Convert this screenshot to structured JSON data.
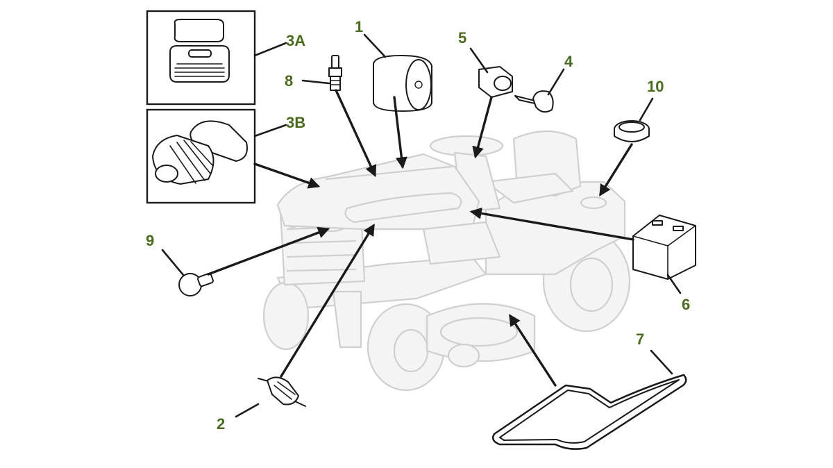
{
  "colors": {
    "label": "#4a6b1f",
    "ink": "#1a1a1a",
    "ghost": "#cfcfcf"
  },
  "callouts": [
    {
      "id": "1",
      "text": "1"
    },
    {
      "id": "2",
      "text": "2"
    },
    {
      "id": "3A",
      "text": "3A"
    },
    {
      "id": "3B",
      "text": "3B"
    },
    {
      "id": "4",
      "text": "4"
    },
    {
      "id": "5",
      "text": "5"
    },
    {
      "id": "6",
      "text": "6"
    },
    {
      "id": "7",
      "text": "7"
    },
    {
      "id": "8",
      "text": "8"
    },
    {
      "id": "9",
      "text": "9"
    },
    {
      "id": "10",
      "text": "10"
    }
  ]
}
